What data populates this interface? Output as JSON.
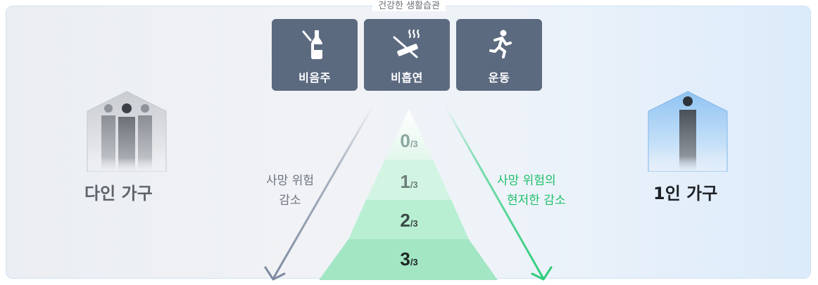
{
  "heading": "건강한 생활습관",
  "habits": [
    {
      "label": "비음주",
      "icon": "no-drinking-icon"
    },
    {
      "label": "비흡연",
      "icon": "no-smoking-icon"
    },
    {
      "label": "운동",
      "icon": "running-icon"
    }
  ],
  "left": {
    "household": "다인 가구",
    "icon": "multi-person-house-icon",
    "risk_line1": "사망 위험",
    "risk_line2": "감소",
    "arrow_color": "#7e8aa0"
  },
  "right": {
    "household": "1인 가구",
    "icon": "single-person-house-icon",
    "risk_line1": "사망 위험의",
    "risk_line2": "현저한 감소",
    "arrow_color": "#2ecc7a"
  },
  "pyramid": [
    {
      "count": "0",
      "denominator": "/3"
    },
    {
      "count": "1",
      "denominator": "/3"
    },
    {
      "count": "2",
      "denominator": "/3"
    },
    {
      "count": "3",
      "denominator": "/3"
    }
  ],
  "colors": {
    "habit_card": "#5c6a80",
    "pyramid_levels": [
      "#e6f8ef",
      "#d2f5e3",
      "#b8efd3",
      "#a2e6c4"
    ],
    "left_text": "#5f646b",
    "right_text": "#1d2126",
    "right_risk_text": "#20c06b",
    "left_risk_text": "#6e7480"
  }
}
